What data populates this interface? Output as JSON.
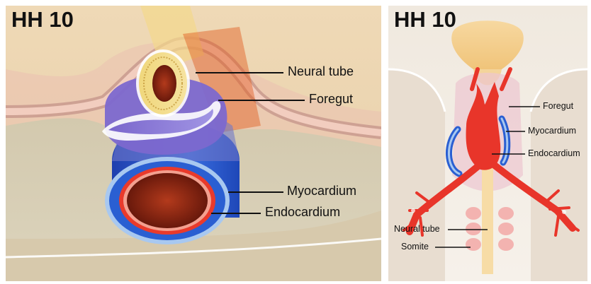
{
  "panels": {
    "left": {
      "stage": "HH 10",
      "labels": {
        "neural_tube": "Neural tube",
        "foregut": "Foregut",
        "myocardium": "Myocardium",
        "endocardium": "Endocardium"
      }
    },
    "right": {
      "stage": "HH 10",
      "labels": {
        "foregut": "Foregut",
        "myocardium": "Myocardium",
        "endocardium": "Endocardium",
        "neural_tube": "Neural tube",
        "somite": "Somite"
      }
    }
  },
  "colors": {
    "ectoderm": "#e8b4a8",
    "neural_tube_wall": "#f2d27a",
    "foregut": "#8a7ad8",
    "myocardium": "#2f5fd0",
    "endocardium": "#e83a2a",
    "background_tan": "#d8c7a4",
    "somite": "#f3b3b0"
  }
}
